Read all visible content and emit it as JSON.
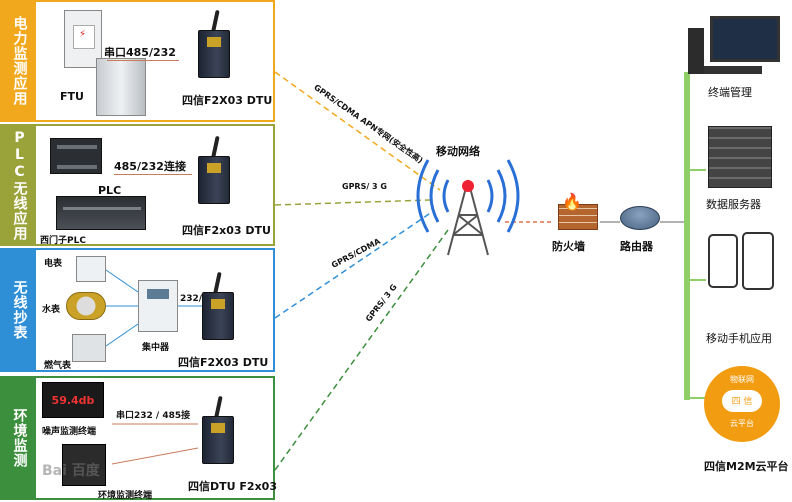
{
  "panels": [
    {
      "tab": "电力监测应用",
      "color": "#f2a81d"
    },
    {
      "tab": "PLC无线应用",
      "color": "#9aa33a"
    },
    {
      "tab": "无线抄表",
      "color": "#2f8fd6"
    },
    {
      "tab": "环境监测",
      "color": "#3c8f3c"
    }
  ],
  "p1": {
    "ftu": "FTU",
    "serial": "串口485/232",
    "dtu": "四信F2X03 DTU"
  },
  "p2": {
    "conn": "485/232连接",
    "plc": "PLC",
    "siemens": "西门子PLC",
    "dtu": "四信F2x03 DTU"
  },
  "p3": {
    "elec": "电表",
    "water": "水表",
    "gas": "燃气表",
    "conc": "集中器",
    "port": "232/485",
    "dtu": "四信F2X03 DTU"
  },
  "p4": {
    "display": "59.4db",
    "noise": "噪声监测终端",
    "env": "环境监测终端",
    "serial": "串口232 / 485接",
    "dtu": "四信DTU F2x03"
  },
  "network": {
    "title": "移动网络",
    "link1": "GPRS/CDMA APN专网(安全性高)",
    "link2": "GPRS/ 3 G",
    "link3": "GPRS/CDMA",
    "link4": "GPRS/ 3 G",
    "firewall": "防火墙",
    "router": "路由器"
  },
  "right": {
    "terminal": "终端管理",
    "server": "数据服务器",
    "mobile": "移动手机应用",
    "cloud_top": "物联网",
    "cloud_mid": "四 信",
    "cloud_bottom": "云平台",
    "platform": "四信M2M云平台"
  },
  "watermark": "Bai 百度",
  "colors": {
    "orange": "#f2a81d",
    "olive": "#9aa33a",
    "blue": "#2f8fd6",
    "green": "#3c8f3c",
    "bus": "#8fcf6a"
  }
}
